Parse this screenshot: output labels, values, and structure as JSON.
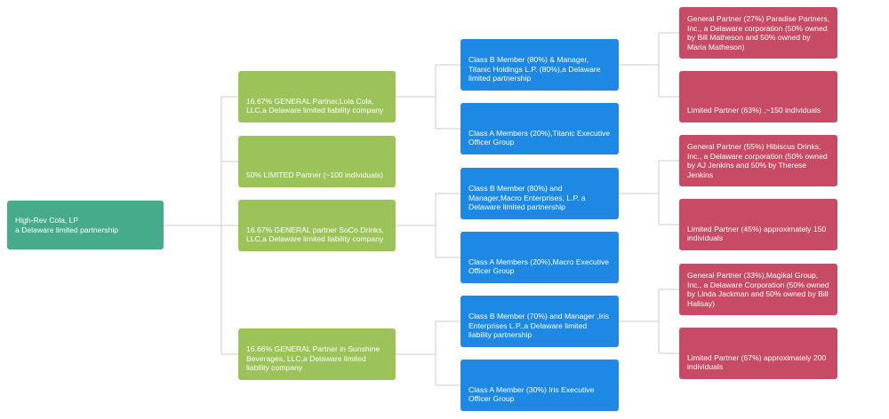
{
  "colors": {
    "root": "#45ab8b",
    "partner": "#9cc35a",
    "member": "#1e88e5",
    "owner": "#c84b65",
    "connector": "#cccccc"
  },
  "root": {
    "line1": "High-Rev Cola, LP",
    "line2": "a Delaware limited partnership"
  },
  "partners": [
    {
      "text": "16.67% GENERAL Partner,Lola Cola, LLC,a Delaware limited liability company"
    },
    {
      "text": "50% LIMITED Partner (~100 individuals)"
    },
    {
      "text": "16.67% GENERAL partner SoCo Drinks, LLC,a Delaware limited liability company"
    },
    {
      "text": "16.66% GENERAL Partner in Sunshine Beverages, LLC,a Delaware limited liability company"
    }
  ],
  "members": [
    {
      "text": "Class B Member (80%) & Manager, Titanic Holdings L.P. (80%),a Delaware limited partnership"
    },
    {
      "text": "Class A Members (20%),Titanic Executive Officer Group"
    },
    {
      "text": "Class B Member (80%) and Manager,Macro Enterprises, L.P. a Delaware limited partnership"
    },
    {
      "text": "Class A Members (20%),Macro Executive Officer Group"
    },
    {
      "text": "Class B Member (70%) and Manager ,Iris Enterprises L.P.,a Delaware limited liability partnership"
    },
    {
      "text": "Class A Member (30%) Iris Executive Officer Group"
    }
  ],
  "owners": [
    {
      "text": "General Partner (27%) Paradise Partners, Inc., a Delaware corporation (50% owned by Bill Matheson and 50% owned by Maria Matheson)"
    },
    {
      "text": "Limited Partner (63%) ,~150 individuals"
    },
    {
      "text": "General Partner (55%) Hibiscus Drinks, Inc., a Delaware corporation (50% owned by AJ Jenkins and 50% by Therese Jenkins"
    },
    {
      "text": "Limited Partner (45%) approximately 150 individuals"
    },
    {
      "text": "General Partner (33%),Magikal Group, Inc., a Delaware Corporation (50% owned by Linda Jackman and 50% owned by Bill Halisay)"
    },
    {
      "text": "Limited Partner (67%) approximately 200 individuals"
    }
  ]
}
